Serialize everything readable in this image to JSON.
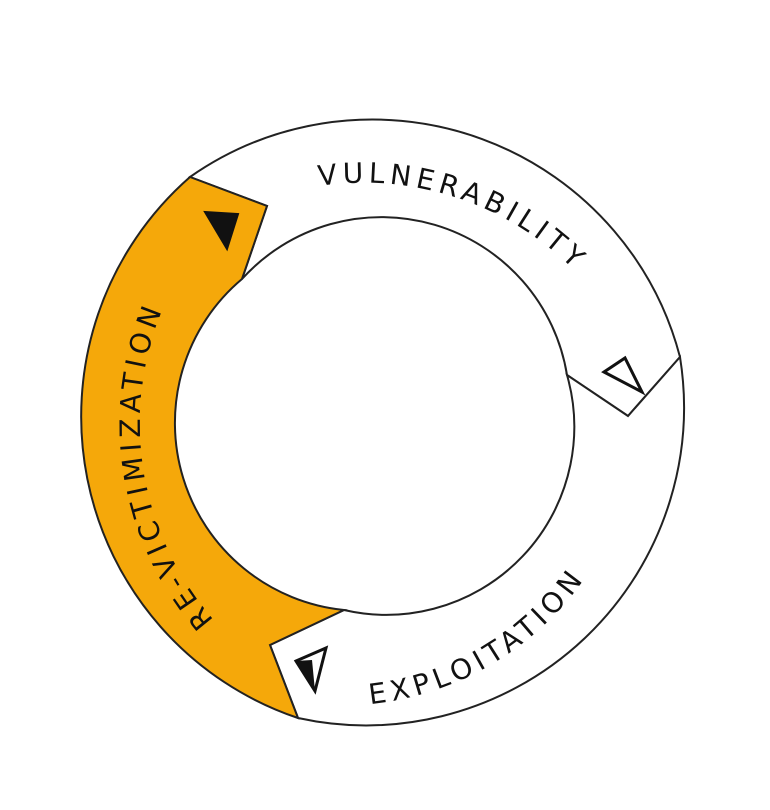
{
  "diagram": {
    "segments": [
      {
        "id": "vulnerability",
        "label": "VULNERABILITY",
        "fill": "#ffffff",
        "marker": "outline-triangle"
      },
      {
        "id": "exploitation",
        "label": "EXPLOITATION",
        "fill": "#ffffff",
        "marker": "half-filled-triangle"
      },
      {
        "id": "revictimization",
        "label": "RE-VICTIMIZATION",
        "fill": "#f5a80a",
        "marker": "filled-triangle"
      }
    ],
    "colors": {
      "stroke": "#222222",
      "text": "#111111",
      "accent": "#f5a80a"
    }
  }
}
